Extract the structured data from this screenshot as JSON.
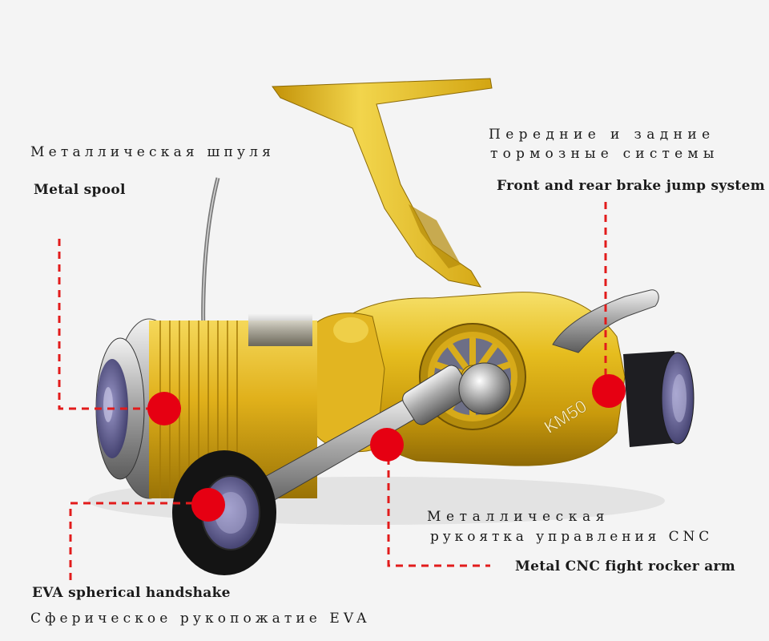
{
  "model_badge": "KM50",
  "callouts": {
    "spool": {
      "ru": "Металлическая шпуля",
      "en": "Metal spool"
    },
    "brake": {
      "ru_line1": "Передние и задние",
      "ru_line2": "тормозные системы",
      "en": "Front and rear brake jump system"
    },
    "rocker_arm": {
      "ru_line1": "Металлическая",
      "ru_line2": "рукоятка управления CNC",
      "en": "Metal CNC fight rocker arm"
    },
    "handle": {
      "en": "EVA spherical handshake",
      "ru": "Сферическое рукопожатие EVA"
    }
  },
  "colors": {
    "background": "#f4f4f4",
    "gold": "#e3b81e",
    "marker_red": "#e60012",
    "leader_red": "#e21b1b",
    "text": "#1b1b1b"
  }
}
